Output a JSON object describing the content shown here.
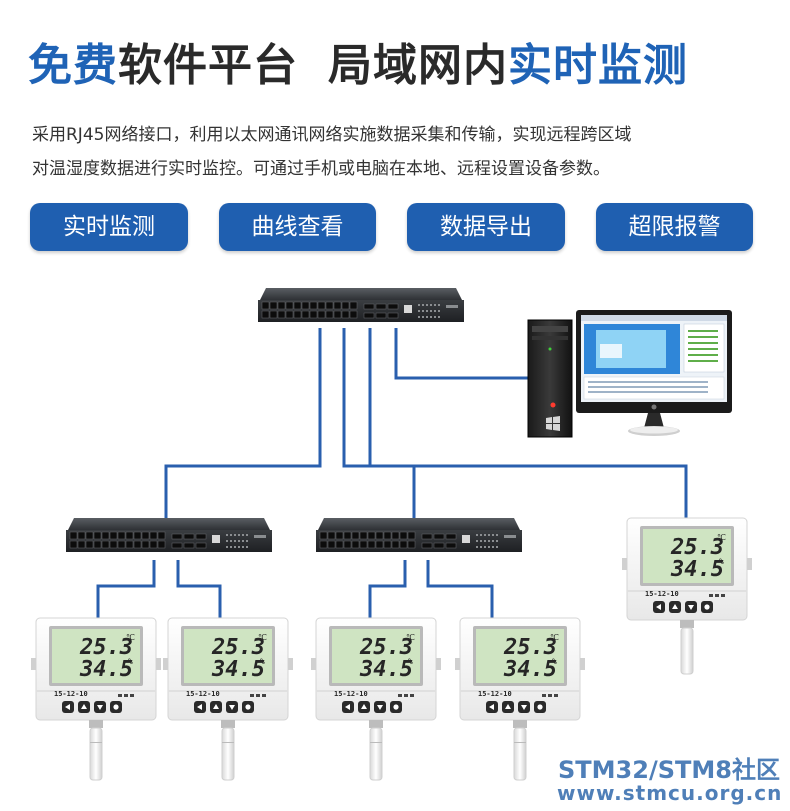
{
  "headline": {
    "part1": "免费",
    "part2": "软件平台",
    "part3": "局域网内",
    "part4": "实时监测"
  },
  "description": {
    "line1": "采用RJ45网络接口，利用以太网通讯网络实施数据采集和传输，实现远程跨区域",
    "line2": "对温湿度数据进行实时监控。可通过手机或电脑在本地、远程设置设备参数。"
  },
  "features": [
    "实时监测",
    "曲线查看",
    "数据导出",
    "超限报警"
  ],
  "sensor_display": {
    "temperature": "25.3",
    "temperature_unit": "℃",
    "humidity": "34.5",
    "humidity_unit": "%",
    "date": "15-12-10"
  },
  "watermark": {
    "line1": "STM32/STM8社区",
    "line2": "www.stmcu.org.cn"
  },
  "colors": {
    "accent": "#1f63b6",
    "button": "#1f5fb0",
    "cable": "#2a5fae",
    "lcd": "#cfe4c2"
  }
}
